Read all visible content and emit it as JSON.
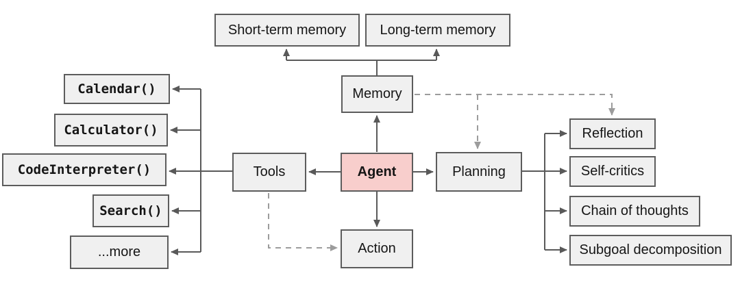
{
  "diagram": {
    "type": "flowchart",
    "nodes": {
      "agent": {
        "label": "Agent"
      },
      "memory": {
        "label": "Memory"
      },
      "tools": {
        "label": "Tools"
      },
      "planning": {
        "label": "Planning"
      },
      "action": {
        "label": "Action"
      },
      "short_term_memory": {
        "label": "Short-term memory"
      },
      "long_term_memory": {
        "label": "Long-term memory"
      },
      "calendar": {
        "label": "Calendar()"
      },
      "calculator": {
        "label": "Calculator()"
      },
      "code_interpreter": {
        "label": "CodeInterpreter()"
      },
      "search": {
        "label": "Search()"
      },
      "more": {
        "label": "...more"
      },
      "reflection": {
        "label": "Reflection"
      },
      "self_critics": {
        "label": "Self-critics"
      },
      "chain_of_thoughts": {
        "label": "Chain of thoughts"
      },
      "subgoal_decomposition": {
        "label": "Subgoal decomposition"
      }
    },
    "edges": [
      {
        "from": "agent",
        "to": "memory",
        "style": "solid"
      },
      {
        "from": "agent",
        "to": "action",
        "style": "solid"
      },
      {
        "from": "agent",
        "to": "tools",
        "style": "solid"
      },
      {
        "from": "agent",
        "to": "planning",
        "style": "solid"
      },
      {
        "from": "memory",
        "to": "short_term_memory",
        "style": "solid"
      },
      {
        "from": "memory",
        "to": "long_term_memory",
        "style": "solid"
      },
      {
        "from": "tools",
        "to": "calendar",
        "style": "solid"
      },
      {
        "from": "tools",
        "to": "calculator",
        "style": "solid"
      },
      {
        "from": "tools",
        "to": "code_interpreter",
        "style": "solid"
      },
      {
        "from": "tools",
        "to": "search",
        "style": "solid"
      },
      {
        "from": "tools",
        "to": "more",
        "style": "solid"
      },
      {
        "from": "planning",
        "to": "reflection",
        "style": "solid"
      },
      {
        "from": "planning",
        "to": "self_critics",
        "style": "solid"
      },
      {
        "from": "planning",
        "to": "chain_of_thoughts",
        "style": "solid"
      },
      {
        "from": "planning",
        "to": "subgoal_decomposition",
        "style": "solid"
      },
      {
        "from": "memory",
        "to": "planning",
        "style": "dashed"
      },
      {
        "from": "memory",
        "to": "reflection",
        "style": "dashed"
      },
      {
        "from": "tools",
        "to": "action",
        "style": "dashed"
      }
    ],
    "colors": {
      "node_fill": "#f0f0f0",
      "node_border": "#5c5c5c",
      "agent_fill": "#f8cecc",
      "solid_edge": "#595959",
      "dashed_edge": "#9c9c9c",
      "text": "#151515",
      "background": "#ffffff"
    }
  }
}
